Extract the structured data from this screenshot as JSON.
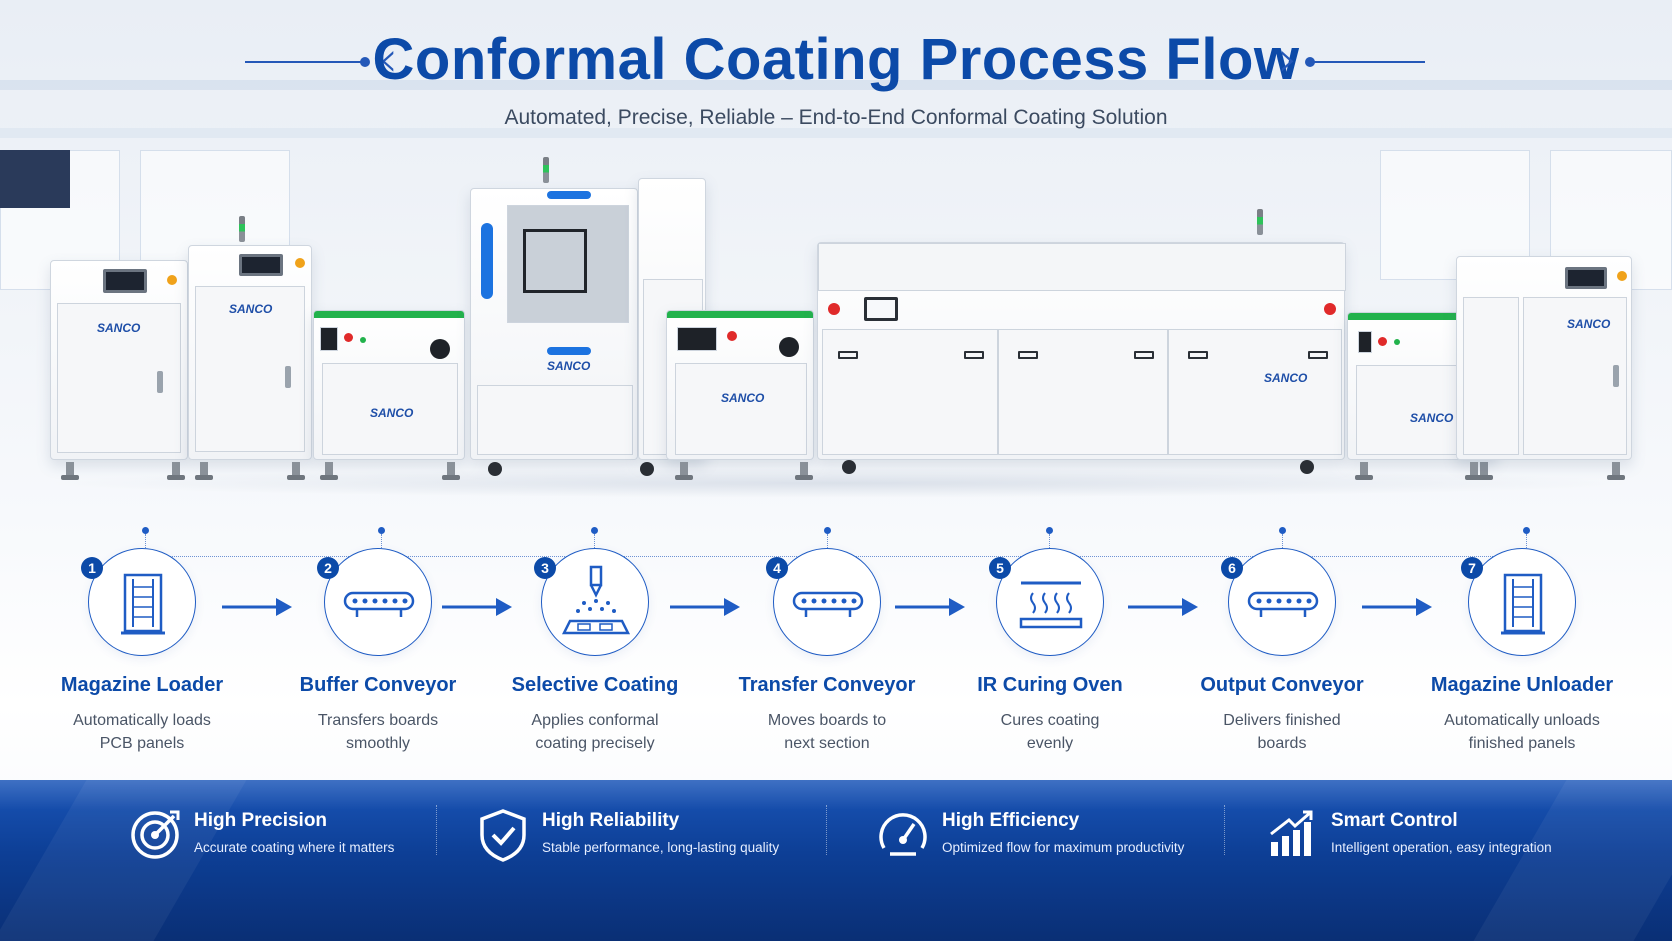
{
  "header": {
    "title": "Conformal Coating Process Flow",
    "subtitle": "Automated, Precise, Reliable – End-to-End Conformal Coating Solution"
  },
  "brand": {
    "logo_text": "SANCO",
    "primary_color": "#0c4aa8",
    "accent_green": "#22b24c",
    "footer_color": "#0d3f96"
  },
  "steps": [
    {
      "num": "1",
      "title": "Magazine Loader",
      "desc_line1": "Automatically loads",
      "desc_line2": "PCB panels",
      "icon": "magazine-rack-icon"
    },
    {
      "num": "2",
      "title": "Buffer Conveyor",
      "desc_line1": "Transfers boards",
      "desc_line2": "smoothly",
      "icon": "conveyor-icon"
    },
    {
      "num": "3",
      "title": "Selective Coating",
      "desc_line1": "Applies conformal",
      "desc_line2": "coating precisely",
      "icon": "spray-nozzle-icon"
    },
    {
      "num": "4",
      "title": "Transfer Conveyor",
      "desc_line1": "Moves boards to",
      "desc_line2": "next section",
      "icon": "conveyor-icon"
    },
    {
      "num": "5",
      "title": "IR Curing Oven",
      "desc_line1": "Cures coating",
      "desc_line2": "evenly",
      "icon": "heat-oven-icon"
    },
    {
      "num": "6",
      "title": "Output Conveyor",
      "desc_line1": "Delivers finished",
      "desc_line2": "boards",
      "icon": "conveyor-icon"
    },
    {
      "num": "7",
      "title": "Magazine Unloader",
      "desc_line1": "Automatically unloads",
      "desc_line2": "finished panels",
      "icon": "magazine-rack-icon"
    }
  ],
  "features": [
    {
      "title": "High Precision",
      "desc": "Accurate coating where it matters",
      "icon": "target-icon"
    },
    {
      "title": "High Reliability",
      "desc": "Stable performance, long-lasting quality",
      "icon": "shield-check-icon"
    },
    {
      "title": "High Efficiency",
      "desc": "Optimized flow for maximum productivity",
      "icon": "speedometer-icon"
    },
    {
      "title": "Smart Control",
      "desc": "Intelligent operation, easy integration",
      "icon": "growth-chart-icon"
    }
  ]
}
